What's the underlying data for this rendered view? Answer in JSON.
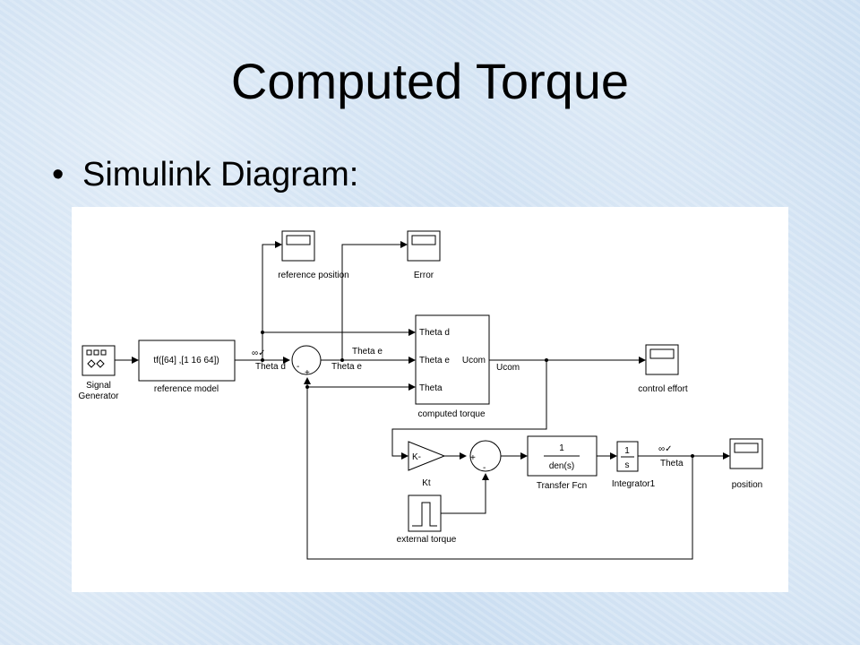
{
  "title": "Computed Torque",
  "bullet": "Simulink Diagram:",
  "diagram": {
    "signal_generator": {
      "label_line1": "Signal",
      "label_line2": "Generator"
    },
    "reference_model": {
      "expression": "tf([64] ,[1 16 64])",
      "label": "reference model"
    },
    "reference_position": {
      "label": "reference position"
    },
    "error_scope": {
      "label": "Error"
    },
    "sum1": {
      "sign_minus": "-",
      "sign_plus": "+"
    },
    "signal_theta_d": "Theta d",
    "signal_theta_e_top": "Theta e",
    "signal_theta_e_bottom": "Theta e",
    "computed_torque": {
      "port_theta_d": "Theta d",
      "port_theta_e": "Theta e",
      "port_ucom_out": "Ucom",
      "port_theta": "Theta",
      "label": "computed torque"
    },
    "signal_ucom": "Ucom",
    "control_effort": {
      "label": "control effort"
    },
    "gain": {
      "text": "K-",
      "label": "Kt"
    },
    "sum2": {
      "sign_plus": "+",
      "sign_minus": "-"
    },
    "transfer_fcn": {
      "numerator": "1",
      "denominator": "den(s)",
      "label": "Transfer Fcn"
    },
    "integrator": {
      "numerator": "1",
      "denominator": "s",
      "label": "Integrator1"
    },
    "signal_theta": "Theta",
    "position_scope": {
      "label": "position"
    },
    "external_torque": {
      "label": "external torque"
    }
  },
  "colors": {
    "diagram_ink": "#000000",
    "panel": "#ffffff"
  }
}
